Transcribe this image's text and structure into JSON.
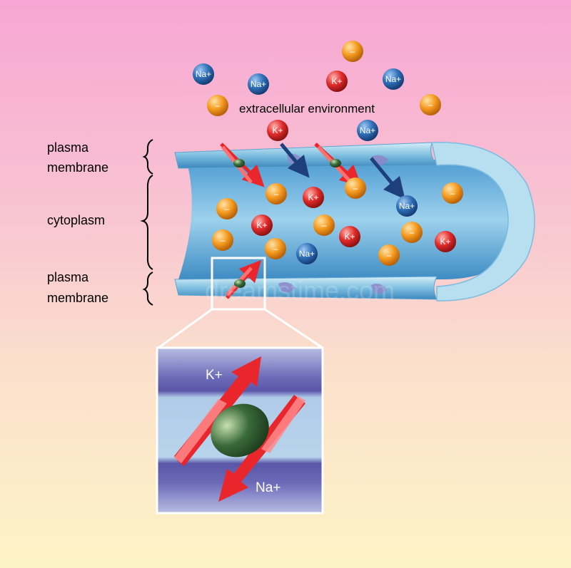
{
  "labels": {
    "plasma_membrane_top": [
      "plasma",
      "membrane"
    ],
    "cytoplasm": "cytoplasm",
    "plasma_membrane_bottom": [
      "plasma",
      "membrane"
    ],
    "extracellular": "extracellular environment"
  },
  "ions": {
    "na": "Na+",
    "k": "K+",
    "anion": "–"
  },
  "zoom": {
    "k_label": "K+",
    "na_label": "Na+"
  },
  "watermark": "dreamstime.com",
  "colors": {
    "na": "#2f6fb8",
    "k": "#e02a2a",
    "anion": "#f59a1e",
    "membrane": "#9fd3e8",
    "arrow_red": "#e8262b",
    "arrow_blue": "#1d3f7a"
  }
}
